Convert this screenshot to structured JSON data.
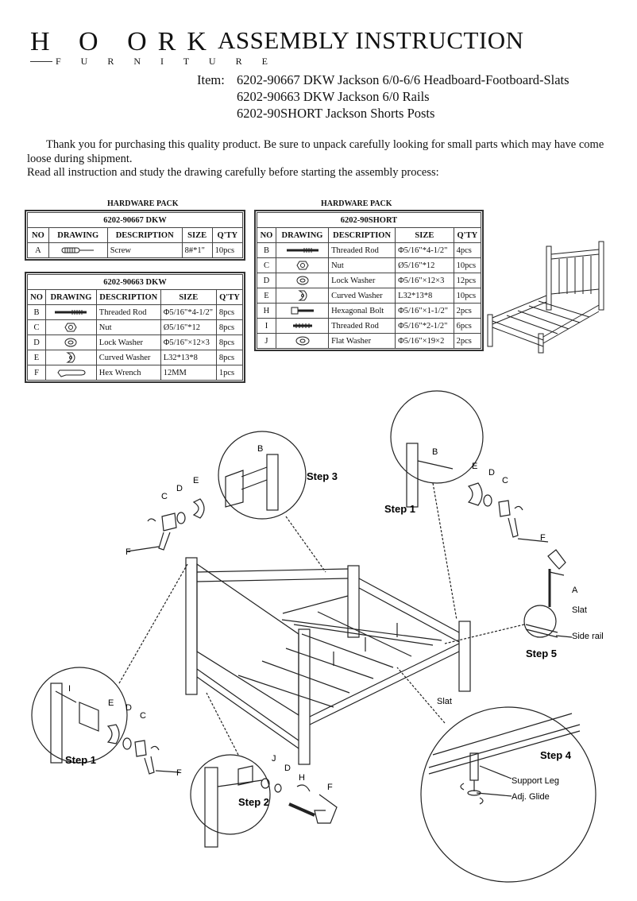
{
  "header": {
    "logo_letters": "H O ORK",
    "logo_sub": "F U R N I T U R E",
    "title": "ASSEMBLY INSTRUCTION",
    "item_label": "Item:",
    "items": [
      "6202-90667 DKW Jackson 6/0-6/6 Headboard-Footboard-Slats",
      "6202-90663 DKW Jackson 6/0 Rails",
      "6202-90SHORT Jackson Shorts Posts"
    ]
  },
  "intro": {
    "line1": "Thank you for purchasing this quality product. Be sure to unpack carefully looking for small parts which may have come loose during shipment.",
    "line2": "Read all instruction and study the drawing carefully before starting the assembly process:"
  },
  "columns": {
    "no": "NO",
    "drawing": "DRAWING",
    "description": "DESCRIPTION",
    "size": "SIZE",
    "qty": "Q'TY"
  },
  "pack_label": "HARDWARE PACK",
  "packs": [
    {
      "caption": "6202-90667 DKW",
      "rows": [
        {
          "no": "A",
          "description": "Screw",
          "size": "8#*1\"",
          "qty": "10pcs"
        }
      ]
    },
    {
      "caption": "6202-90663 DKW",
      "rows": [
        {
          "no": "B",
          "description": "Threaded Rod",
          "size": "Φ5/16\"*4-1/2\"",
          "qty": "8pcs"
        },
        {
          "no": "C",
          "description": "Nut",
          "size": "Ø5/16\"*12",
          "qty": "8pcs"
        },
        {
          "no": "D",
          "description": "Lock Washer",
          "size": "Φ5/16\"×12×3",
          "qty": "8pcs"
        },
        {
          "no": "E",
          "description": "Curved Washer",
          "size": "L32*13*8",
          "qty": "8pcs"
        },
        {
          "no": "F",
          "description": "Hex Wrench",
          "size": "12MM",
          "qty": "1pcs"
        }
      ]
    },
    {
      "caption": "6202-90SHORT",
      "rows": [
        {
          "no": "B",
          "description": "Threaded Rod",
          "size": "Φ5/16\"*4-1/2\"",
          "qty": "4pcs"
        },
        {
          "no": "C",
          "description": "Nut",
          "size": "Ø5/16\"*12",
          "qty": "10pcs"
        },
        {
          "no": "D",
          "description": "Lock Washer",
          "size": "Φ5/16\"×12×3",
          "qty": "12pcs"
        },
        {
          "no": "E",
          "description": "Curved Washer",
          "size": "L32*13*8",
          "qty": "10pcs"
        },
        {
          "no": "H",
          "description": "Hexagonal Bolt",
          "size": "Φ5/16\"×1-1/2\"",
          "qty": "2pcs"
        },
        {
          "no": "I",
          "description": "Threaded Rod",
          "size": "Φ5/16\"*2-1/2\"",
          "qty": "6pcs"
        },
        {
          "no": "J",
          "description": "Flat Washer",
          "size": "Φ5/16\"×19×2",
          "qty": "2pcs"
        }
      ]
    }
  ],
  "diagram": {
    "step3": "Step 3",
    "step1a": "Step 1",
    "step1b": "Step 1",
    "step5": "Step 5",
    "step4": "Step 4",
    "step2": "Step 2",
    "slat": "Slat",
    "side_rail": "Side rail",
    "slat2": "Slat",
    "support_leg": "Support Leg",
    "adj_glide": "Adj. Glide",
    "letters": {
      "A": "A",
      "B": "B",
      "C": "C",
      "D": "D",
      "E": "E",
      "F": "F",
      "H": "H",
      "I": "I",
      "J": "J"
    }
  }
}
